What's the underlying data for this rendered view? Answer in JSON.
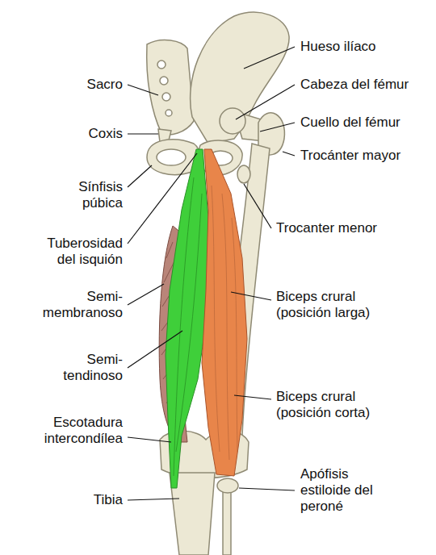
{
  "diagram": {
    "labels": [
      "Hueso ilíaco",
      "Sacro",
      "Cabeza del fémur",
      "Cuello del fémur",
      "Coxis",
      "Trocánter mayor",
      "Sínfisis púbica",
      "Trocanter menor",
      "Tuberosidad del isquión",
      "Semi- membranoso",
      "Biceps crural (posición larga)",
      "Semi- tendinoso",
      "Biceps crural (posición corta)",
      "Escotadura intercondílea",
      "Apófisis estiloide del peroné",
      "Tibia"
    ]
  }
}
